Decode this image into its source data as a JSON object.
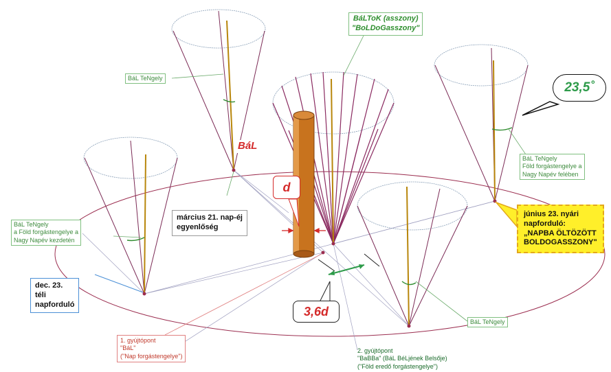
{
  "labels": {
    "bal_tengely_1": "BáL TeNgely",
    "bal_tengely_left": "BáL TeNgely\na Föld forgástengelye a\nNagy Napév kezdetén",
    "bal_tengely_right": "BáL TeNgely\nFöld forgástengelye a\nNagy Napév felében",
    "bal_tengely_bottom": "BáL TeNgely",
    "baltok": "BáLToK (asszony)\n\"BoLDoGasszony\"",
    "bal": "BáL",
    "d": "d",
    "d36": "3,6d",
    "angle": "23,5˚",
    "marcius": "március 21. nap-éj\negyenlőség",
    "dec": "dec. 23.\ntéli\nnapforduló",
    "junius": "június 23. nyári\nnapforduló:\n„NAPBA ÖLTÖZÖTT\nBOLDOGASSZONY\"",
    "gyujto1": "1. gyújtópont\n\"BáL\"\n(\"Nap forgástengelye\")",
    "gyujto2": "2. gyújtópont\n\"BaBBa\" (BáL BéLjének Belsője)\n(\"Föld eredő forgástengelye\")"
  },
  "colors": {
    "orbit": "#9b2d4f",
    "axis": "#b8860b",
    "cone": "#7b2a55",
    "pillar": "#c8731e",
    "green": "#3d8b3d",
    "red": "#d42a2a",
    "yellow": "#ffef2a"
  }
}
